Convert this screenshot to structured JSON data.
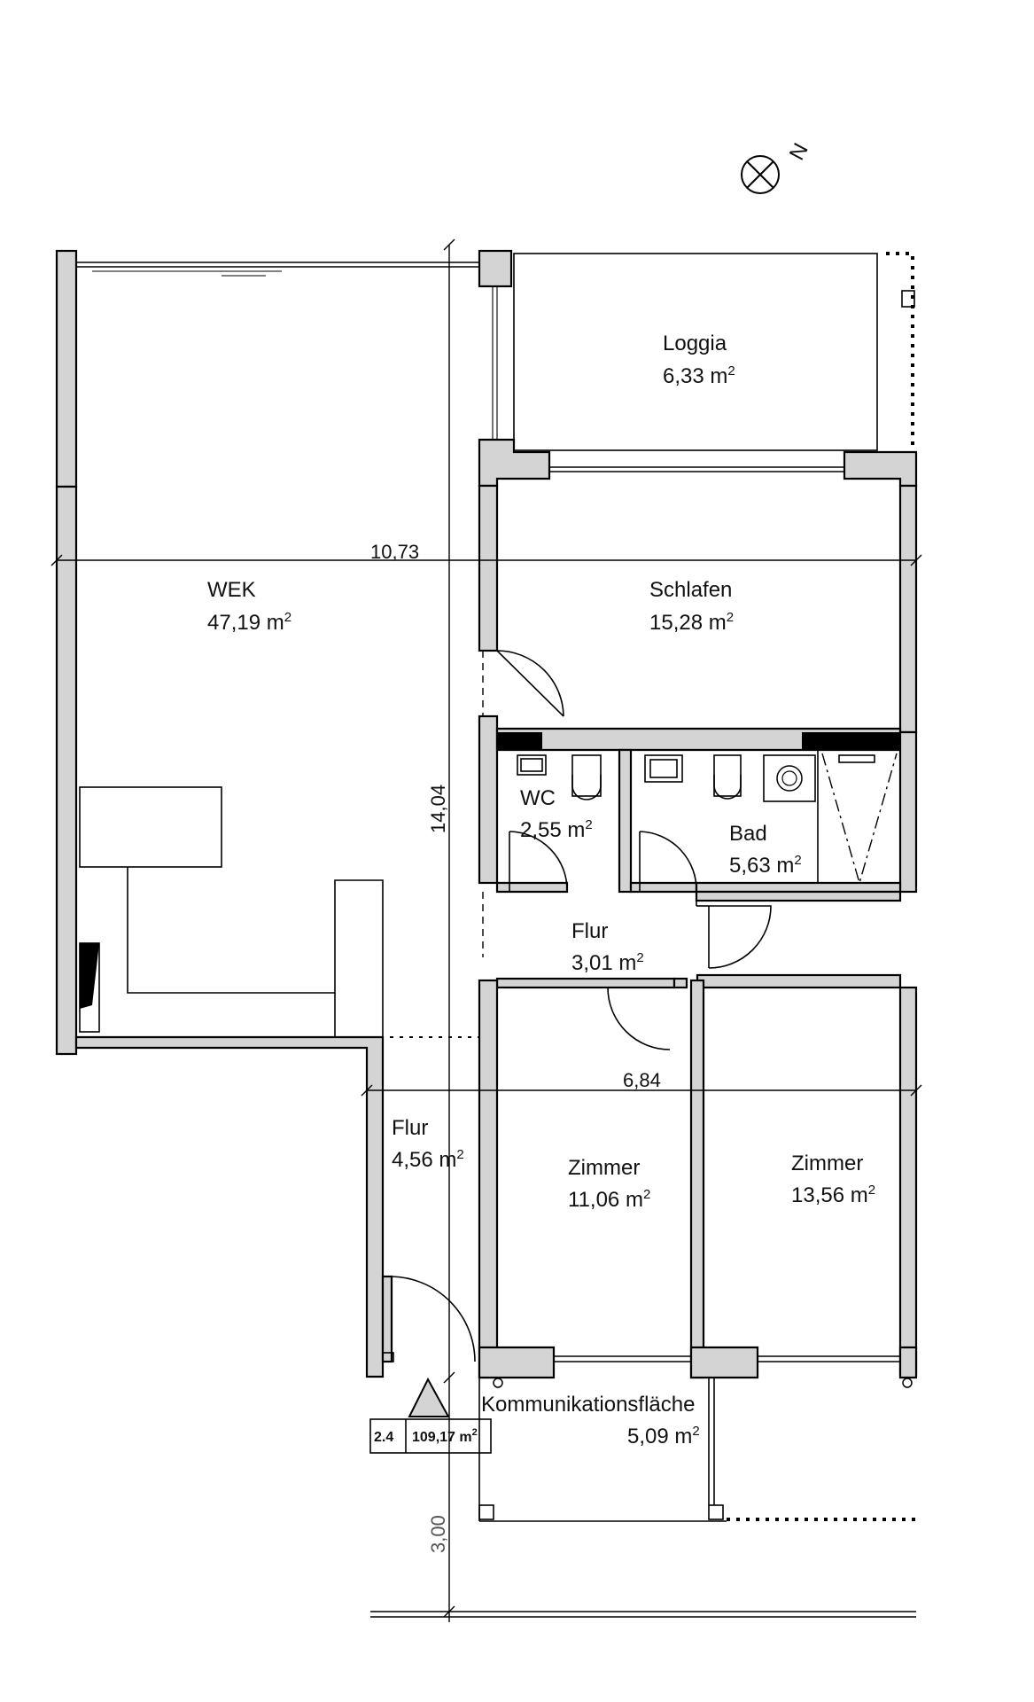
{
  "rooms": {
    "loggia": {
      "name": "Loggia",
      "area": "6,33 m"
    },
    "wek": {
      "name": "WEK",
      "area": "47,19 m"
    },
    "schlafen": {
      "name": "Schlafen",
      "area": "15,28 m"
    },
    "wc": {
      "name": "WC",
      "area": "2,55 m"
    },
    "bad": {
      "name": "Bad",
      "area": "5,63 m"
    },
    "flur_inner": {
      "name": "Flur",
      "area": "3,01 m"
    },
    "flur_entry": {
      "name": "Flur",
      "area": "4,56 m"
    },
    "zimmer_1": {
      "name": "Zimmer",
      "area": "11,06 m"
    },
    "zimmer_2": {
      "name": "Zimmer",
      "area": "13,56 m"
    },
    "kommunikation": {
      "name": "Kommunikationsfläche",
      "area": "5,09 m"
    }
  },
  "unit_square": "2",
  "dimensions": {
    "width_total": "10,73",
    "depth_total": "14,04",
    "width_inner": "6,84",
    "corridor": "3,00"
  },
  "unit_box": {
    "number": "2.4",
    "area": "109,17 m"
  },
  "north": {
    "label": "N",
    "symbol": "compass-icon"
  }
}
